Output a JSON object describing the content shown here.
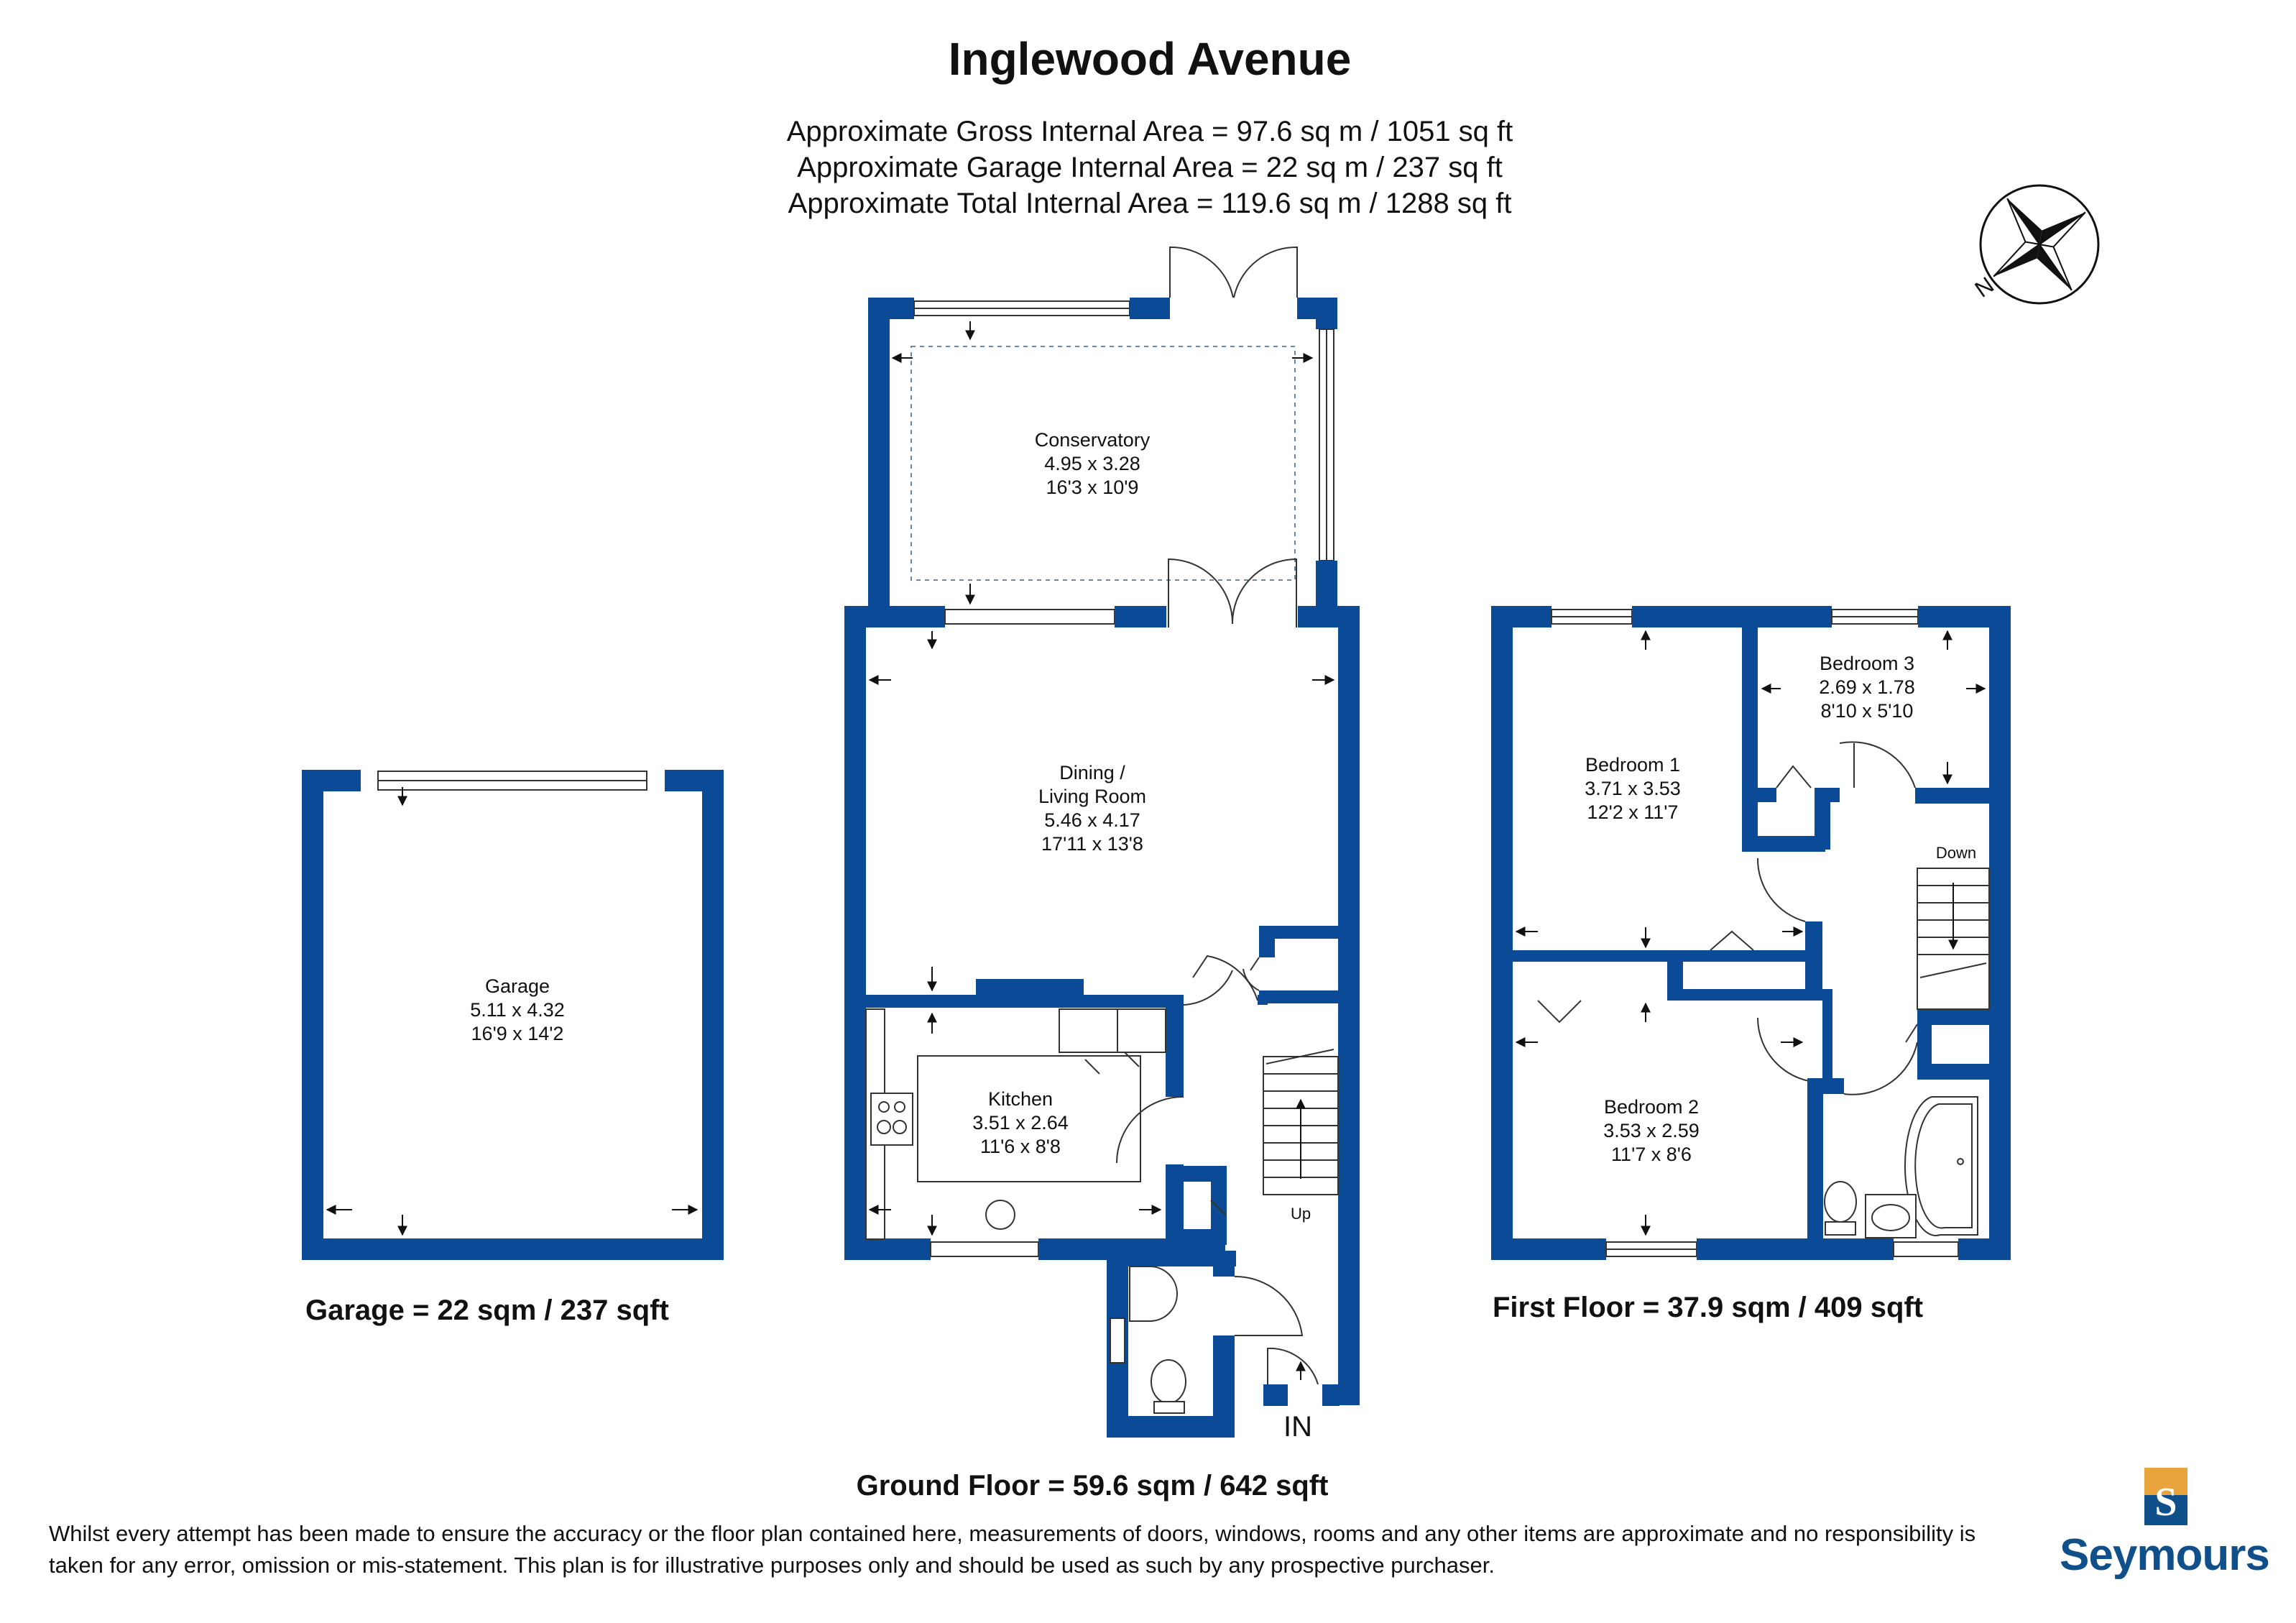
{
  "title": "Inglewood Avenue",
  "areas": {
    "gross": "Approximate Gross Internal Area = 97.6 sq m / 1051 sq ft",
    "garage": "Approximate Garage Internal Area = 22 sq m / 237 sq ft",
    "total": "Approximate Total Internal Area = 119.6 sq m / 1288 sq ft"
  },
  "compass": {
    "label": "N"
  },
  "rooms": {
    "conservatory": {
      "name": "Conservatory",
      "metric": "4.95 x 3.28",
      "imperial": "16'3 x 10'9"
    },
    "dining": {
      "name": "Dining /",
      "name2": "Living Room",
      "metric": "5.46 x 4.17",
      "imperial": "17'11 x 13'8"
    },
    "kitchen": {
      "name": "Kitchen",
      "metric": "3.51 x 2.64",
      "imperial": "11'6 x 8'8"
    },
    "garage": {
      "name": "Garage",
      "metric": "5.11 x 4.32",
      "imperial": "16'9 x 14'2"
    },
    "bedroom1": {
      "name": "Bedroom 1",
      "metric": "3.71 x 3.53",
      "imperial": "12'2 x 11'7"
    },
    "bedroom2": {
      "name": "Bedroom 2",
      "metric": "3.53 x 2.59",
      "imperial": "11'7 x 8'6"
    },
    "bedroom3": {
      "name": "Bedroom 3",
      "metric": "2.69 x 1.78",
      "imperial": "8'10 x 5'10"
    }
  },
  "labels": {
    "up": "Up",
    "down": "Down",
    "entry": "IN"
  },
  "floors": {
    "garage": "Garage = 22 sqm / 237 sqft",
    "first": "First Floor = 37.9 sqm / 409 sqft",
    "ground": "Ground Floor = 59.6 sqm / 642 sqft"
  },
  "disclaimer": "Whilst every attempt has been made to ensure the accuracy or the floor plan contained here, measurements of doors, windows, rooms and any other items are approximate and no responsibility is taken for any error, omission or mis-statement. This plan is for illustrative purposes only and should be used as such by any prospective purchaser.",
  "brand": {
    "name": "Seymours",
    "letter": "S",
    "color_primary": "#0a4a97",
    "color_logo_top": "#e8a33c",
    "color_logo_bottom": "#0f4f8a"
  }
}
